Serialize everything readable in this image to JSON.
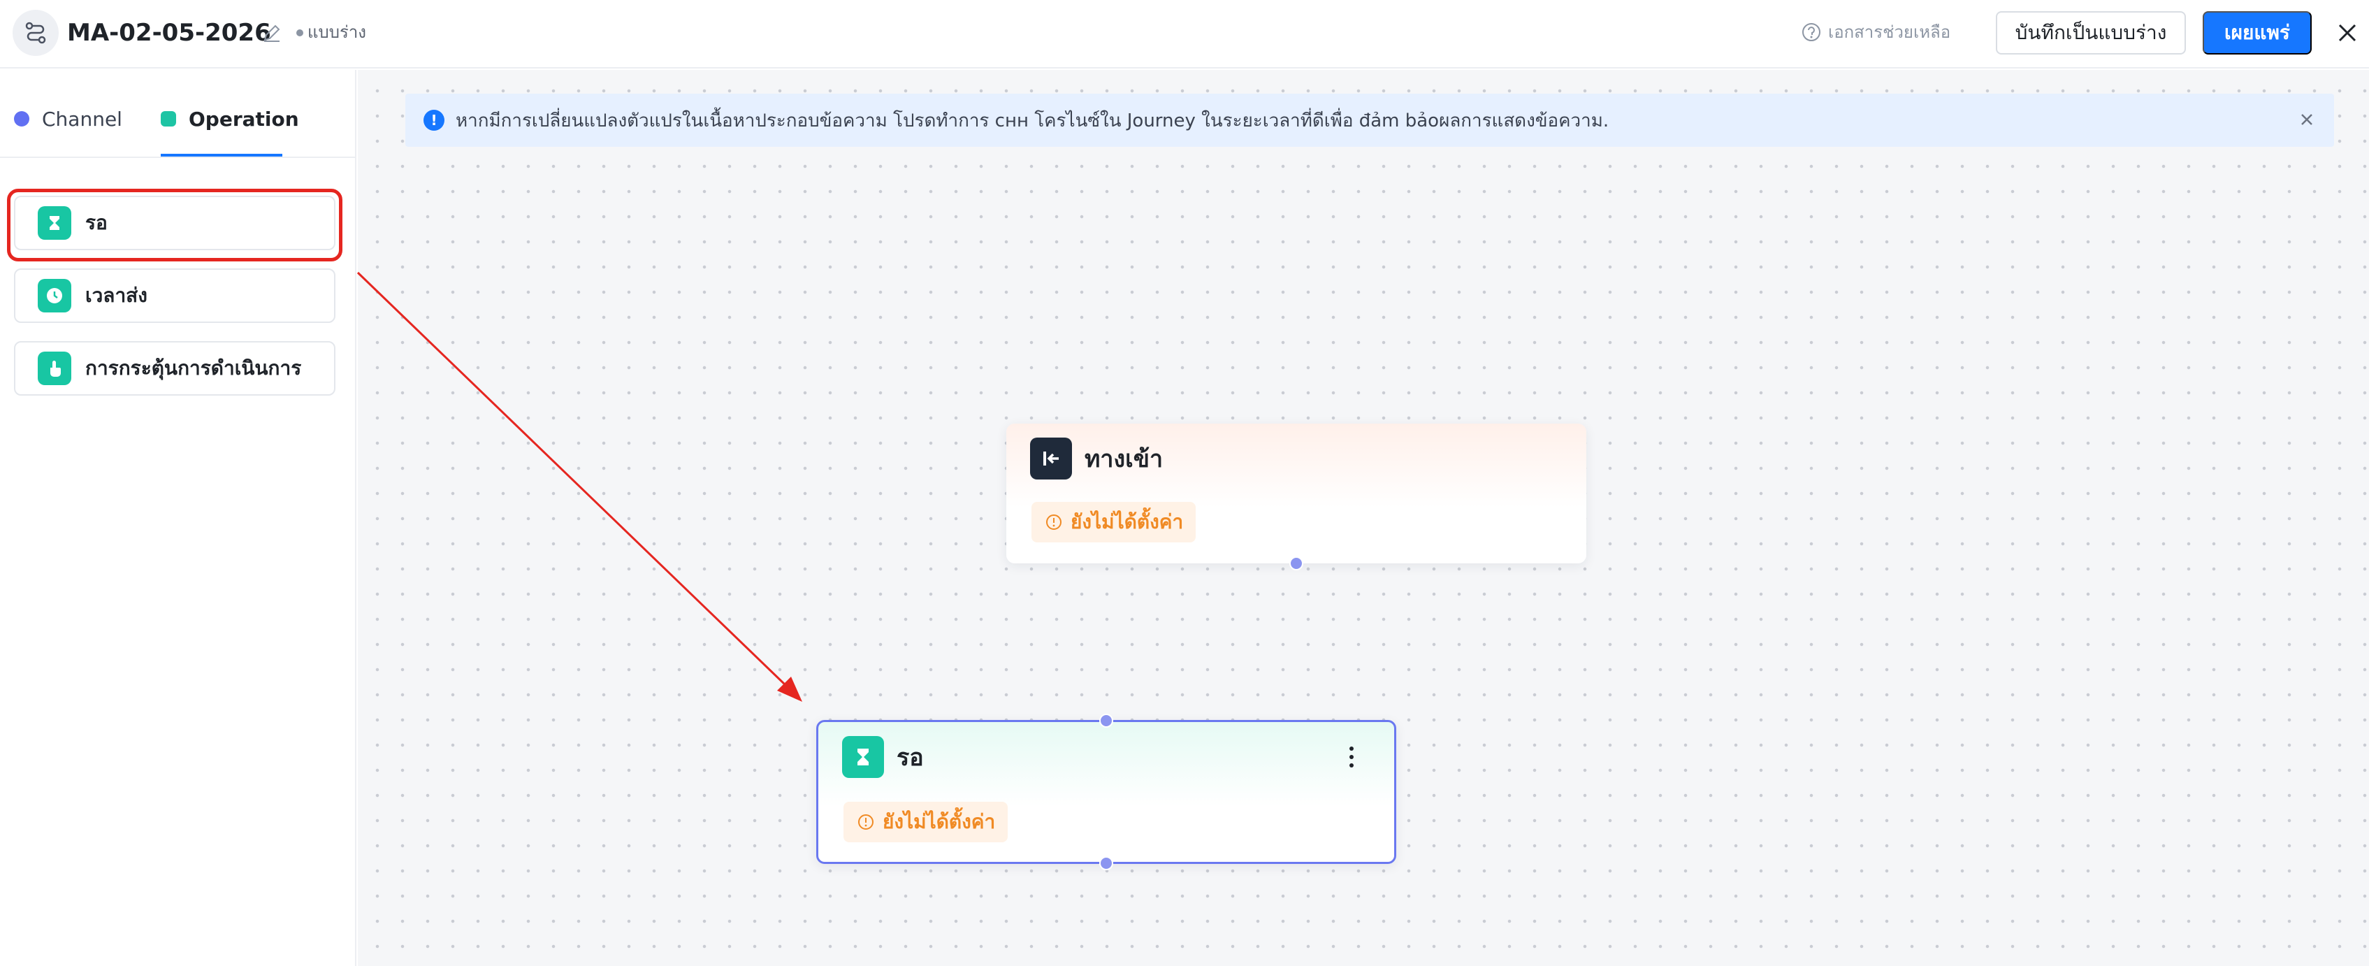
{
  "header": {
    "title": "MA-02-05-2026",
    "status": "แบบร่าง",
    "help_text": "เอกสารช่วยเหลือ",
    "save_draft_label": "บันทึกเป็นแบบร่าง",
    "publish_label": "เผยแพร่"
  },
  "sidebar": {
    "tabs": [
      {
        "label": "Channel",
        "active": false
      },
      {
        "label": "Operation",
        "active": true
      }
    ],
    "items": [
      {
        "label": "รอ",
        "icon": "hourglass-icon"
      },
      {
        "label": "เวลาส่ง",
        "icon": "clock-icon"
      },
      {
        "label": "การกระตุ้นการดำเนินการ",
        "icon": "hand-pointer-icon"
      }
    ]
  },
  "banner": {
    "text": "หากมีการเปลี่ยนแปลงตัวแปรในเนื้อหาประกอบข้อความ โปรดทำการ cнн โครไนซ์ใน Journey ในระยะเวลาที่ดีเพื่อ đảm bảoผลการแสดงข้อความ."
  },
  "nodes": {
    "entry": {
      "title": "ทางเข้า",
      "status": "ยังไม่ได้ตั้งค่า"
    },
    "wait": {
      "title": "รอ",
      "status": "ยังไม่ได้ตั้งค่า"
    }
  },
  "colors": {
    "accent": "#1677ff",
    "operation_green": "#18c6a3",
    "warning_orange": "#f08a24",
    "annotation_red": "#e52620",
    "handle_purple": "#8b95f0"
  }
}
